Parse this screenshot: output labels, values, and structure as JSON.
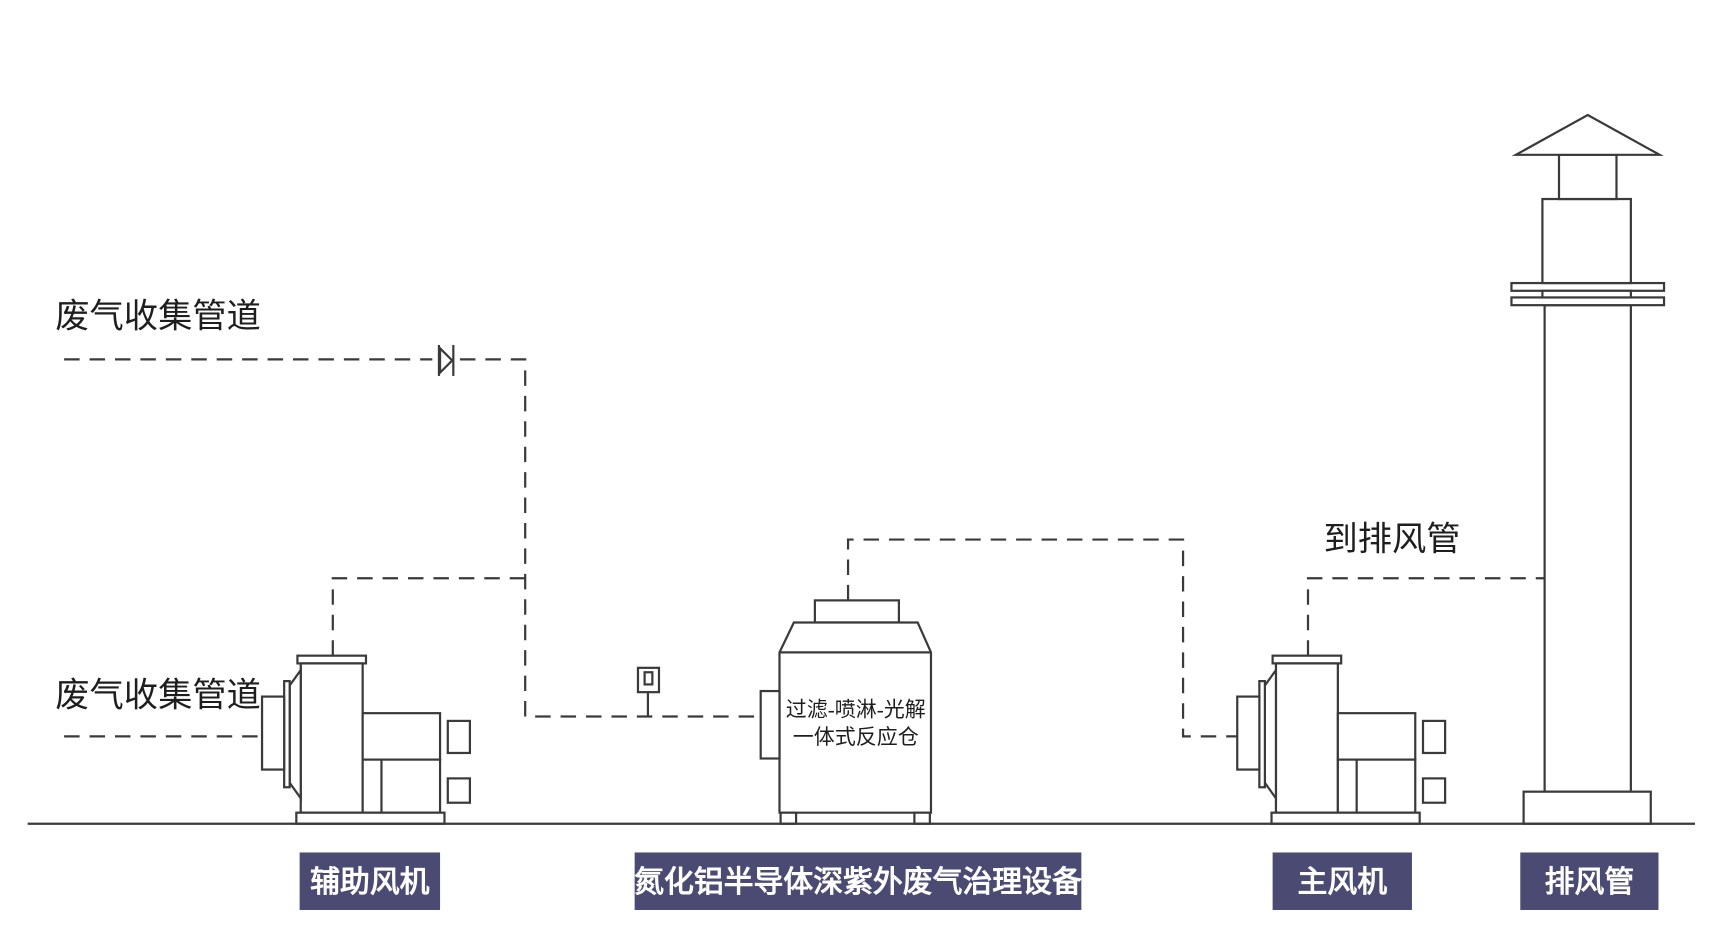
{
  "labels": {
    "intake_top": "废气收集管道",
    "intake_bottom": "废气收集管道",
    "to_stack": "到排风管"
  },
  "reactor": {
    "line1": "过滤-喷淋-光解",
    "line2": "一体式反应仓"
  },
  "captions": {
    "aux_fan": "辅助风机",
    "equipment": "氮化铝半导体深紫外废气治理设备",
    "main_fan": "主风机",
    "stack": "排风管"
  },
  "colors": {
    "caption_bg": "#4a4a72",
    "caption_text": "#ffffff",
    "line": "#3a3a3a"
  }
}
